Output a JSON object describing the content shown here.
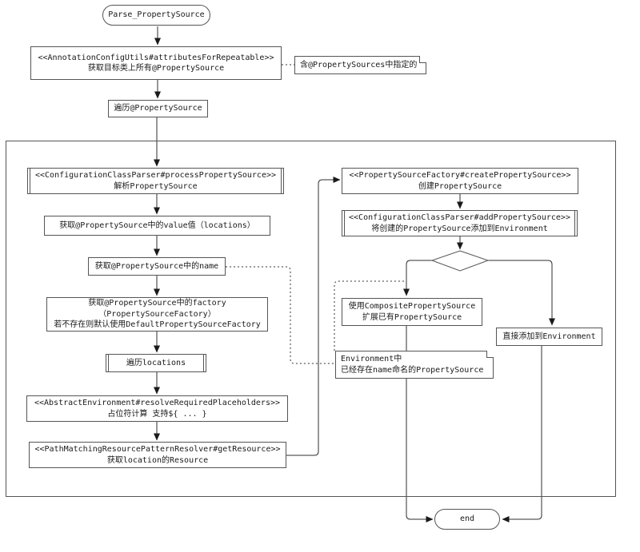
{
  "page": {
    "background_color": "#ffffff",
    "line_color": "#2f2f2f",
    "box_border_color": "#555555",
    "text_color": "#1a1a1a"
  },
  "nodes": {
    "start": "Parse_PropertySource",
    "get_annotations": "<<AnnotationConfigUtils#attributesForRepeatable>>\n获取目标类上所有@PropertySource",
    "iterate_property_source": "遍历@PropertySource",
    "process_property_source": "<<ConfigurationClassParser#processPropertySource>>\n解析PropertySource",
    "get_value": "获取@PropertySource中的value值（locations）",
    "get_name": "获取@PropertySource中的name",
    "get_factory": "获取@PropertySource中的factory\n（PropertySourceFactory）\n若不存在则默认使用DefaultPropertySourceFactory",
    "iterate_locations": "遍历locations",
    "resolve_placeholders": "<<AbstractEnvironment#resolveRequiredPlaceholders>>\n占位符计算 支持${ ... }",
    "get_resource": "<<PathMatchingResourcePatternResolver#getResource>>\n获取location的Resource",
    "create_property_source": "<<PropertySourceFactory#createPropertySource>>\n创建PropertySource",
    "add_property_source": "<<ConfigurationClassParser#addPropertySource>>\n将创建的PropertySource添加到Environment",
    "composite_extend": "使用CompositePropertySource\n扩展已有PropertySource",
    "add_directly": "直接添加到Environment",
    "end": "end"
  },
  "notes": {
    "repeatable_note": "含@PropertySources中指定的",
    "name_exists_note": "Environment中\n已经存在name命名的PropertySource"
  }
}
